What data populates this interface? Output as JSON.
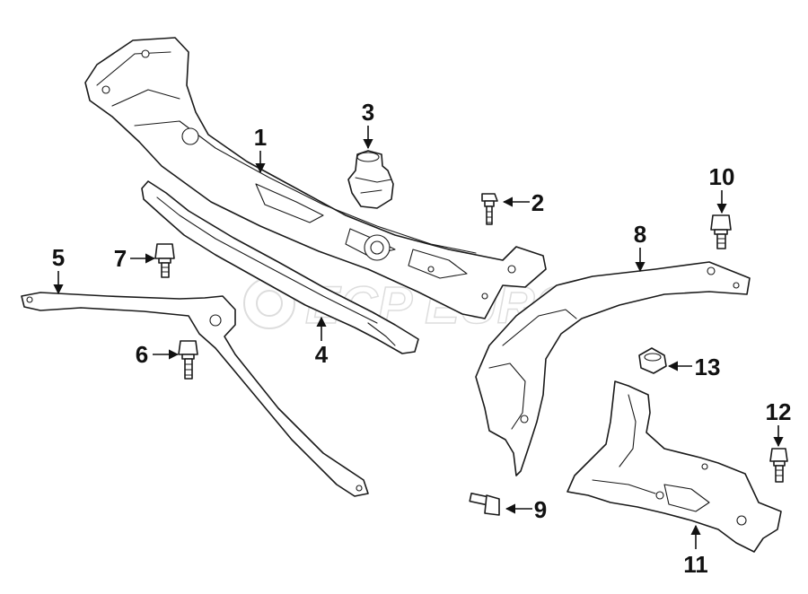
{
  "watermark": "ECP EURO",
  "callouts": [
    {
      "id": "1",
      "label": "1"
    },
    {
      "id": "2",
      "label": "2"
    },
    {
      "id": "3",
      "label": "3"
    },
    {
      "id": "4",
      "label": "4"
    },
    {
      "id": "5",
      "label": "5"
    },
    {
      "id": "6",
      "label": "6"
    },
    {
      "id": "7",
      "label": "7"
    },
    {
      "id": "8",
      "label": "8"
    },
    {
      "id": "9",
      "label": "9"
    },
    {
      "id": "10",
      "label": "10"
    },
    {
      "id": "11",
      "label": "11"
    },
    {
      "id": "12",
      "label": "12"
    },
    {
      "id": "13",
      "label": "13"
    }
  ]
}
